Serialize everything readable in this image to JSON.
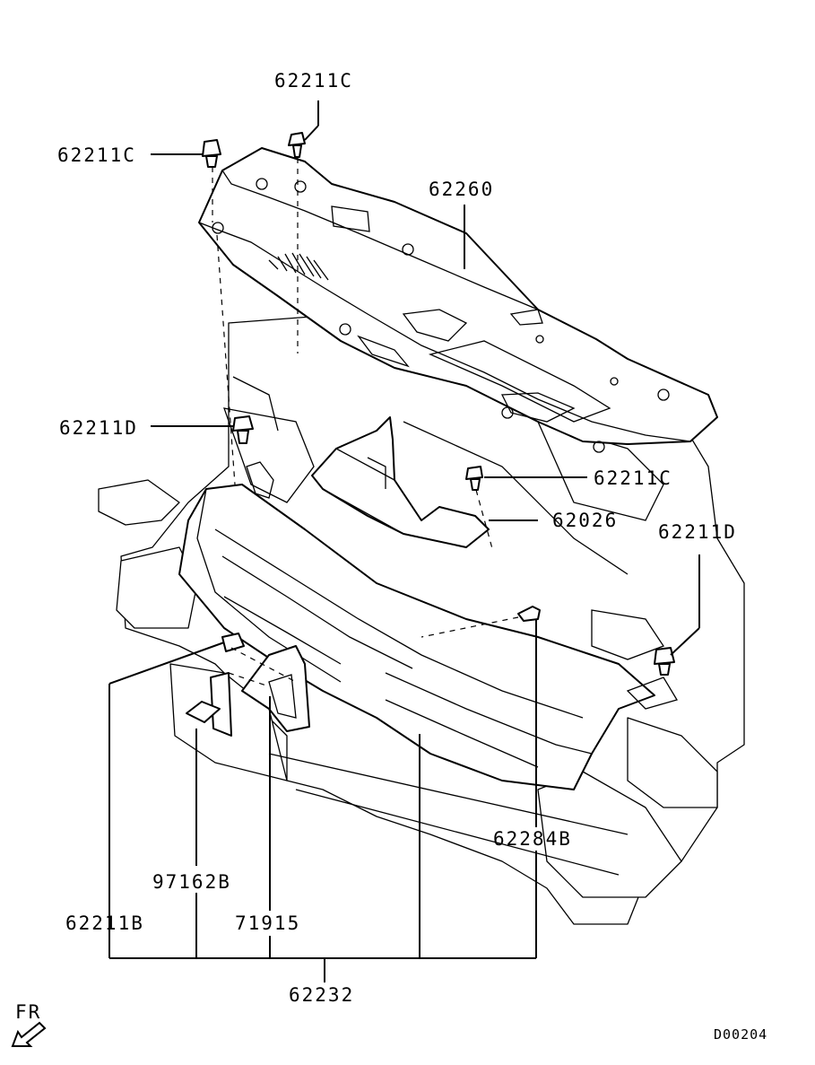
{
  "labels": {
    "clip_top": "62211C",
    "clip_left": "62211C",
    "cover": "62260",
    "clip_d_left": "62211D",
    "clip_mid": "62211C",
    "bracket": "62026",
    "clip_d_right": "62211D",
    "screw": "62284B",
    "label_sticker": "97162B",
    "emblem": "71915",
    "clip_b": "62211B",
    "grille": "62232"
  },
  "direction": "FR",
  "diagram_code": "D00204"
}
